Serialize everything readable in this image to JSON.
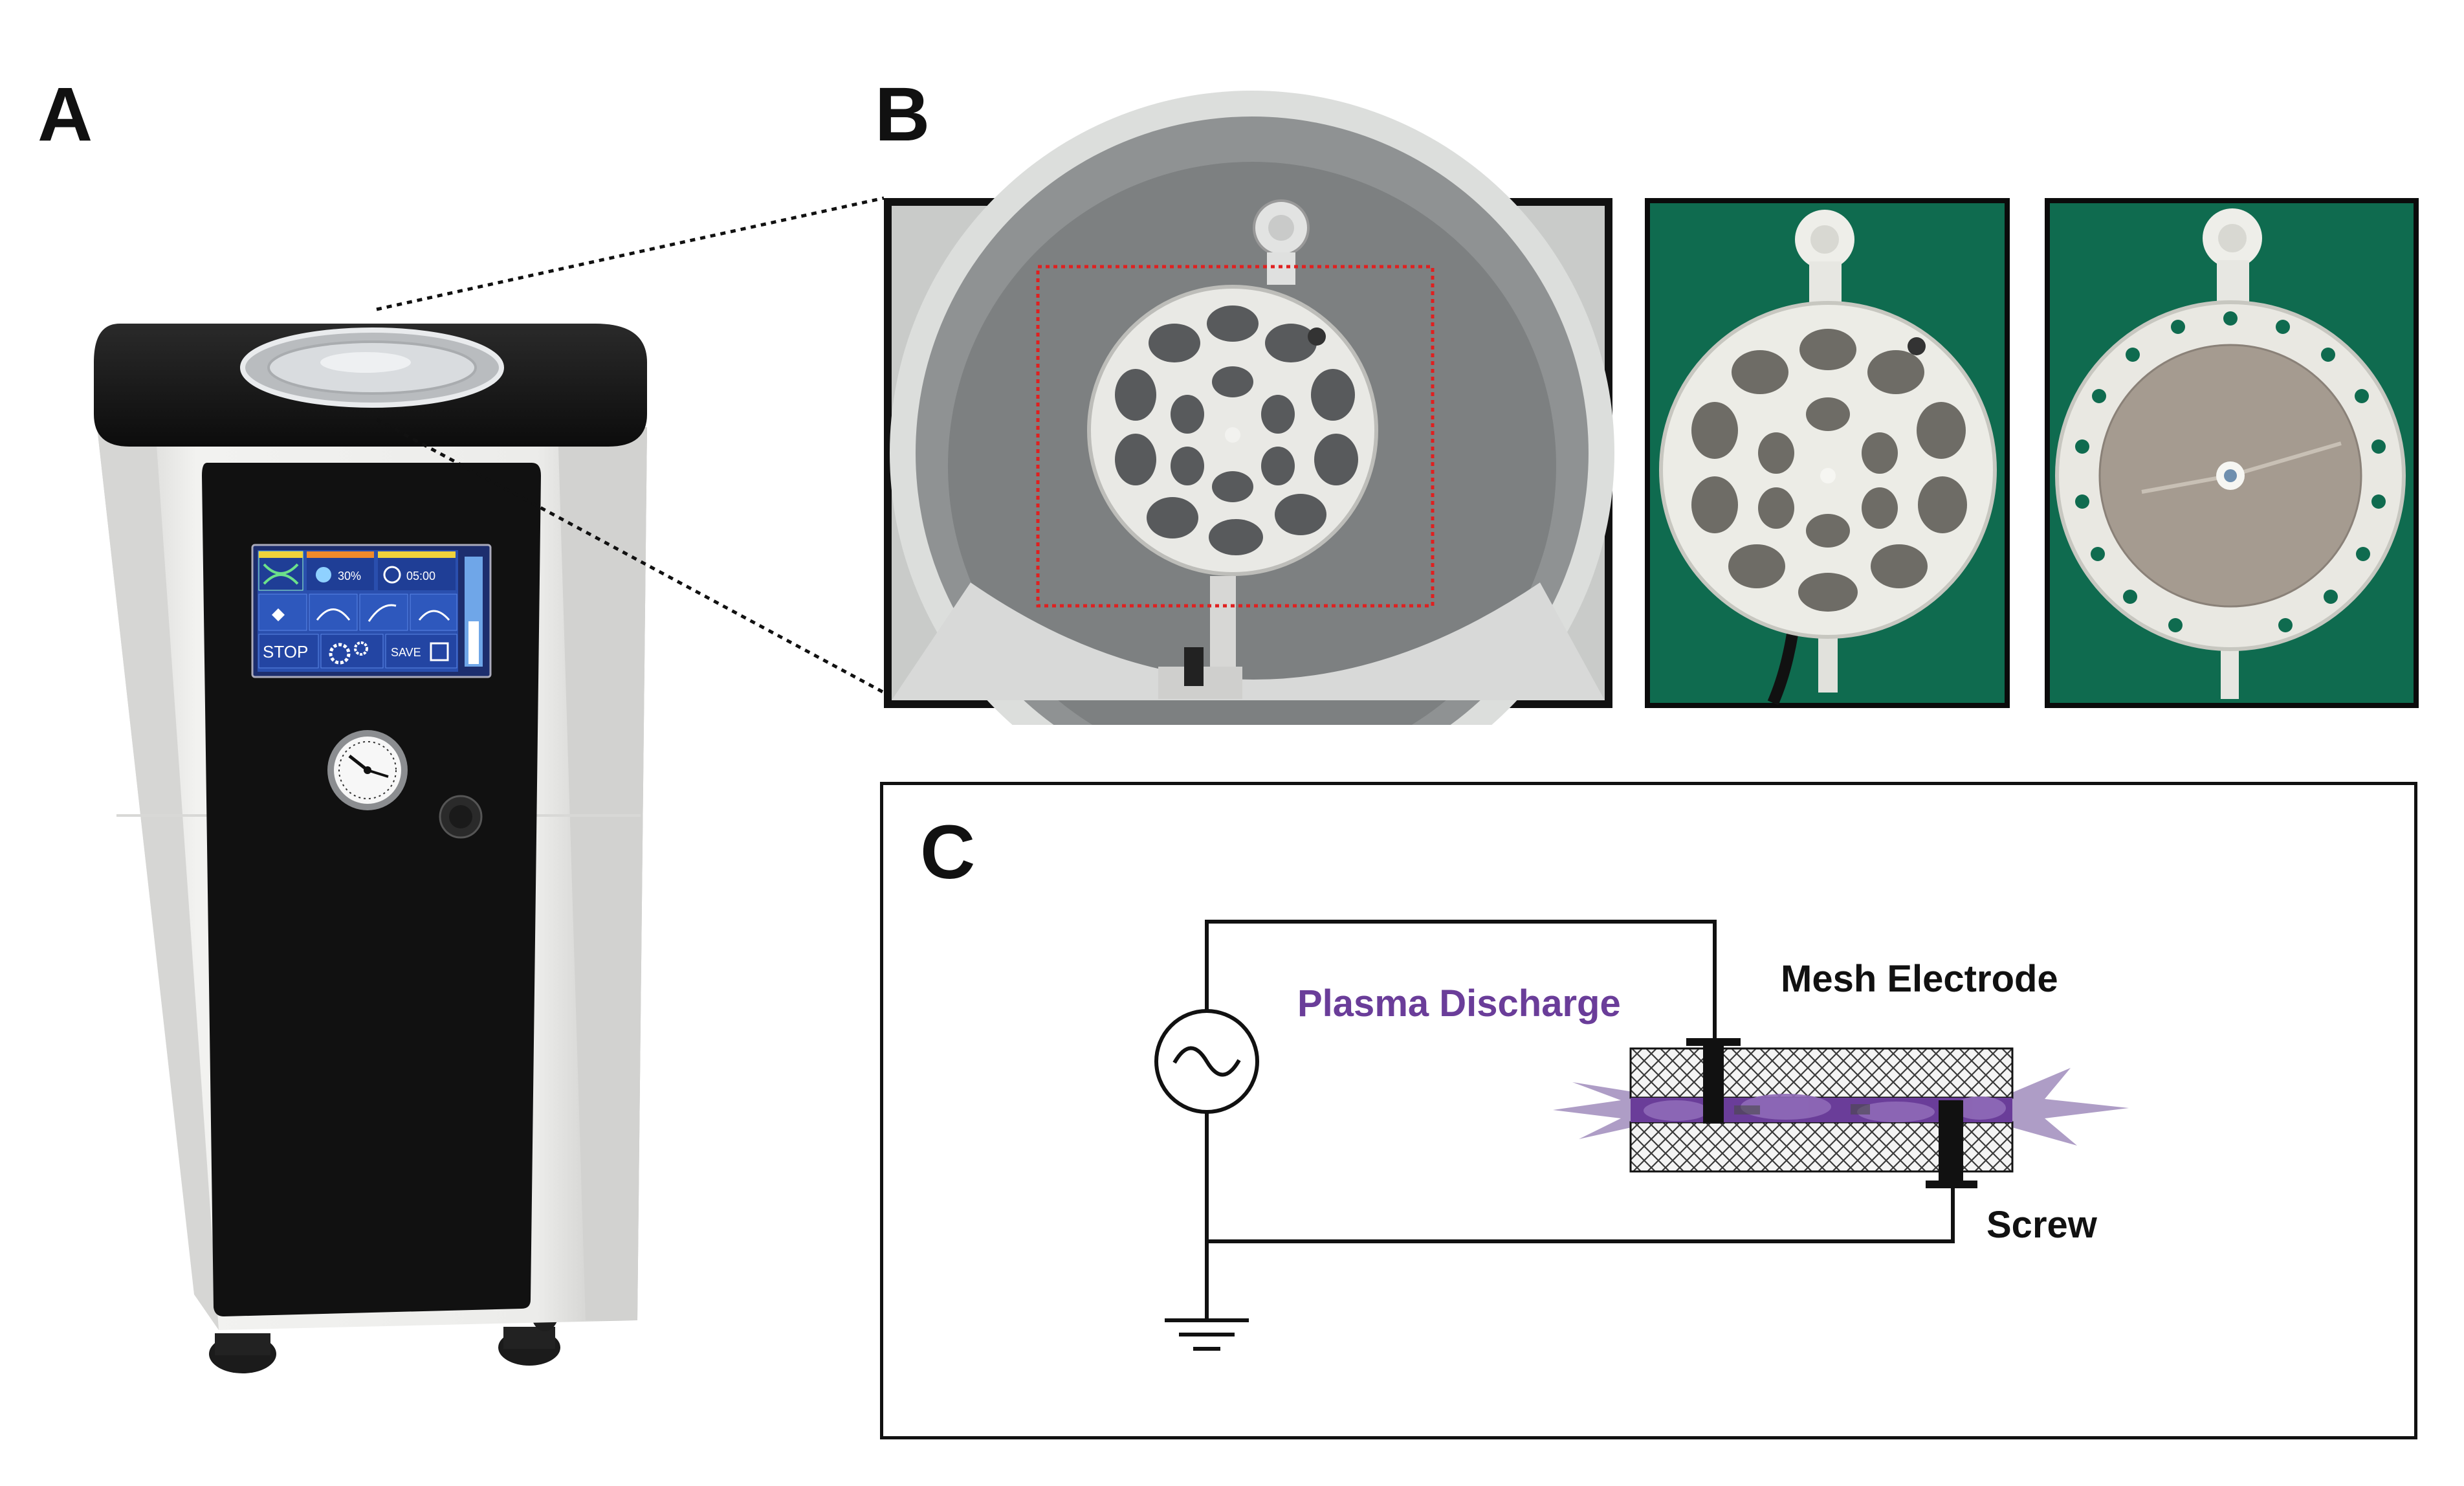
{
  "panels": {
    "a": {
      "letter": "A"
    },
    "b": {
      "letter": "B"
    },
    "c": {
      "letter": "C"
    }
  },
  "device_screen": {
    "stop_label": "STOP",
    "save_label": "SAVE",
    "percent_readout": "30%",
    "time_readout": "05:00"
  },
  "diagram": {
    "plasma_label": "Plasma Discharge",
    "mesh_label": "Mesh Electrode",
    "screw_label": "Screw"
  },
  "colors": {
    "plasma": "#6a3d99",
    "plasma_glow": "#a08cbc",
    "device_dark": "#161616",
    "device_body": "#e9e9e7",
    "screen_blue": "#2a4fae",
    "photo_green": "#0f6b4f",
    "selection_box": "#e02020"
  }
}
